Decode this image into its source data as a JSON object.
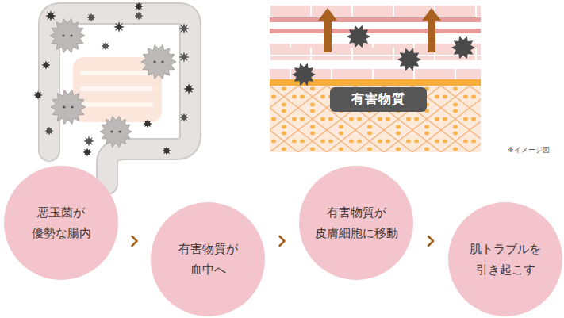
{
  "diagram": {
    "nodes": [
      {
        "text": [
          "有害物質"
        ]
      },
      {
        "text": [
          "悪玉菌が 優勢な腸内"
        ]
      },
      {
        "text": [
          "有害物質が 血中へ"
        ]
      },
      {
        "text": [
          "有害物質が 皮膚細胞に移動"
        ]
      },
      {
        "text": [
          "肌トラブルを 引き起こす"
        ]
      }
    ],
    "edges": [
      {
        "from": 1,
        "to": 2,
        "arrow": "to"
      },
      {
        "from": 2,
        "to": 3,
        "arrow": "to"
      },
      {
        "from": 3,
        "to": 4,
        "arrow": "to"
      }
    ],
    "labels": [
      "※イメージ図"
    ]
  }
}
